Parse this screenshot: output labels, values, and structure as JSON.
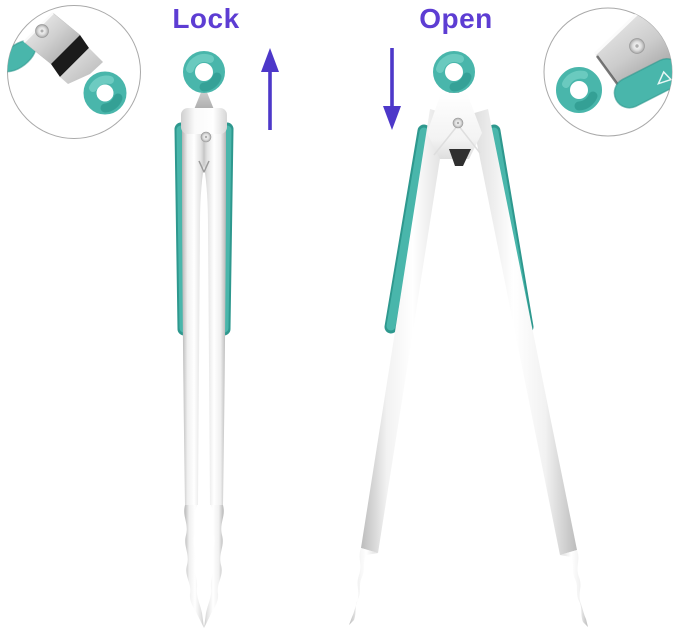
{
  "figure": {
    "type": "product-photo",
    "subject": "stainless steel kitchen tongs with teal silicone grips, shown locked (closed) and open",
    "background": "#ffffff"
  },
  "annotations": {
    "lock": {
      "label": "Lock",
      "arrow": "up",
      "arrow_glyph": "↑"
    },
    "open": {
      "label": "Open",
      "arrow": "down",
      "arrow_glyph": "↓"
    }
  },
  "insets": {
    "left": {
      "name": "lock-mechanism-closeup"
    },
    "right": {
      "name": "open-mechanism-closeup"
    }
  },
  "colors": {
    "background": "#ffffff",
    "annotation-purple": "#5d3dd3",
    "arrow-purple": "#4d38c9",
    "teal": "#49b6ab",
    "teal-dark": "#2e988e",
    "teal-light": "#73cfc4",
    "metal-light": "#f2f2f2",
    "metal-mid": "#c9c9c9",
    "metal-dark": "#8f8f8f",
    "opening-dark": "#1b1b1b",
    "inset-border": "#a9a9a9"
  }
}
